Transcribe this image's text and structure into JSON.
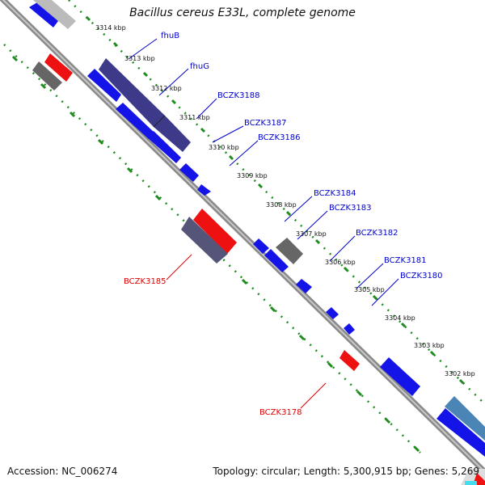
{
  "title": "Bacillus cereus E33L, complete genome",
  "footer": {
    "accession": "Accession: NC_006274",
    "topology": "Topology: circular; Length: 5,300,915 bp; Genes: 5,269"
  },
  "colors": {
    "axis": "#888888",
    "forward_gene": "#1414e8",
    "reverse_gene": "#ee1111",
    "forward_operon": "#3d3a8a",
    "reverse_operon": "#55557a",
    "gray_feature": "#666666",
    "teal_feature": "#4a85b5",
    "light_gray_feature": "#bbbbbb",
    "tick_marks": "#1e8c1e",
    "label_forward": "#0000cc",
    "label_reverse": "#dd0000",
    "kbp_text": "#111111"
  },
  "kbp_ticks": [
    "3314 kbp",
    "3313 kbp",
    "3312 kbp",
    "3311 kbp",
    "3310 kbp",
    "3309 kbp",
    "3308 kbp",
    "3307 kbp",
    "3306 kbp",
    "3305 kbp",
    "3304 kbp",
    "3303 kbp",
    "3302 kbp"
  ],
  "gene_labels_forward": [
    "fhuB",
    "fhuG",
    "BCZK3188",
    "BCZK3187",
    "BCZK3186",
    "BCZK3184",
    "BCZK3183",
    "BCZK3182",
    "BCZK3181",
    "BCZK3180"
  ],
  "gene_labels_reverse": [
    "BCZK3185",
    "BCZK3178"
  ]
}
